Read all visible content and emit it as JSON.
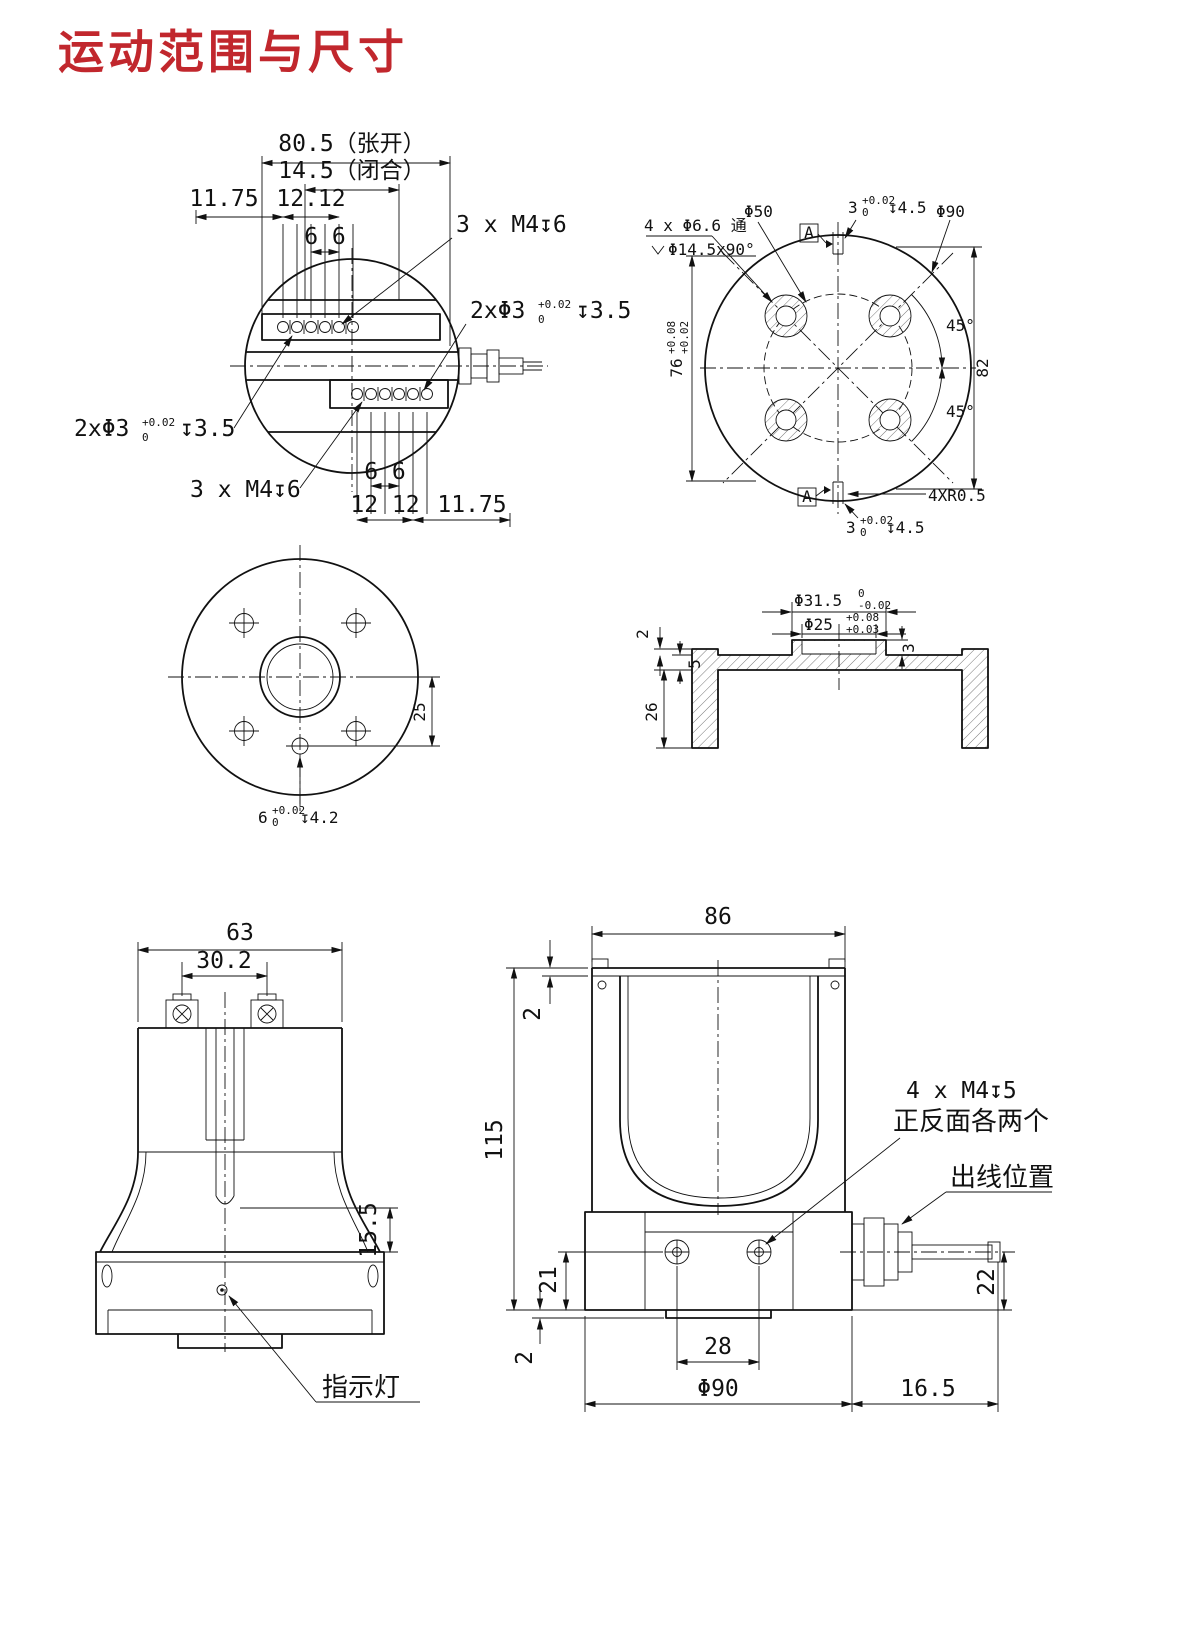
{
  "title": "运动范围与尺寸",
  "v1": {
    "open": "80.5（张开）",
    "closed": "14.5（闭合）",
    "d1175t": "11.75",
    "d1212t": "12.12",
    "d66t": "6 6",
    "m4t": "3 x M4↧6",
    "phi3r_main": "2xΦ3",
    "phi3r_sup": "+0.02",
    "phi3r_sub": "0",
    "phi3r_tail": "↧3.5",
    "phi3l_main": "2xΦ3",
    "phi3l_sup": "+0.02",
    "phi3l_sub": "0",
    "phi3l_tail": "↧3.5",
    "m4b": "3 x M4↧6",
    "d66b": "6 6",
    "d1212b": "12 12",
    "d1175b": "11.75"
  },
  "v2": {
    "holes": "4 x Φ6.6 通",
    "csk": "Φ14.5x90°",
    "phi50": "Φ50",
    "phi90": "Φ90",
    "slot_main": "3",
    "slot_sup": "+0.02",
    "slot_sub": "0",
    "slot_tail": "↧4.5",
    "slot2_main": "3",
    "slot2_sup": "+0.02",
    "slot2_sub": "0",
    "slot2_tail": "↧4.5",
    "a1": "45°",
    "a2": "45°",
    "d76": "76",
    "d76_sup": "+0.08",
    "d76_sub": "+0.02",
    "d82": "82",
    "r05": "4XR0.5",
    "datumA": "A",
    "datumA2": "A"
  },
  "v3": {
    "d25": "25",
    "hole_main": "6",
    "hole_sup": "+0.02",
    "hole_sub": "0",
    "hole_tail": "↧4.2"
  },
  "v4": {
    "phi315_main": "Φ31.5",
    "phi315_sup": "0",
    "phi315_sub": "-0.02",
    "phi25_main": "Φ25",
    "phi25_sup": "+0.08",
    "phi25_sub": "+0.03",
    "d2": "2",
    "d5": "5",
    "d26": "26",
    "d3": "3"
  },
  "v5": {
    "d63": "63",
    "d302": "30.2",
    "d155": "15.5",
    "indicator": "指示灯"
  },
  "v6": {
    "d86": "86",
    "d2t": "2",
    "d115": "115",
    "d21": "21",
    "d2b": "2",
    "d28": "28",
    "phi90": "Φ90",
    "d165": "16.5",
    "d22": "22",
    "m4": "4 x M4↧5",
    "m4note": "正反面各两个",
    "cable": "出线位置"
  }
}
